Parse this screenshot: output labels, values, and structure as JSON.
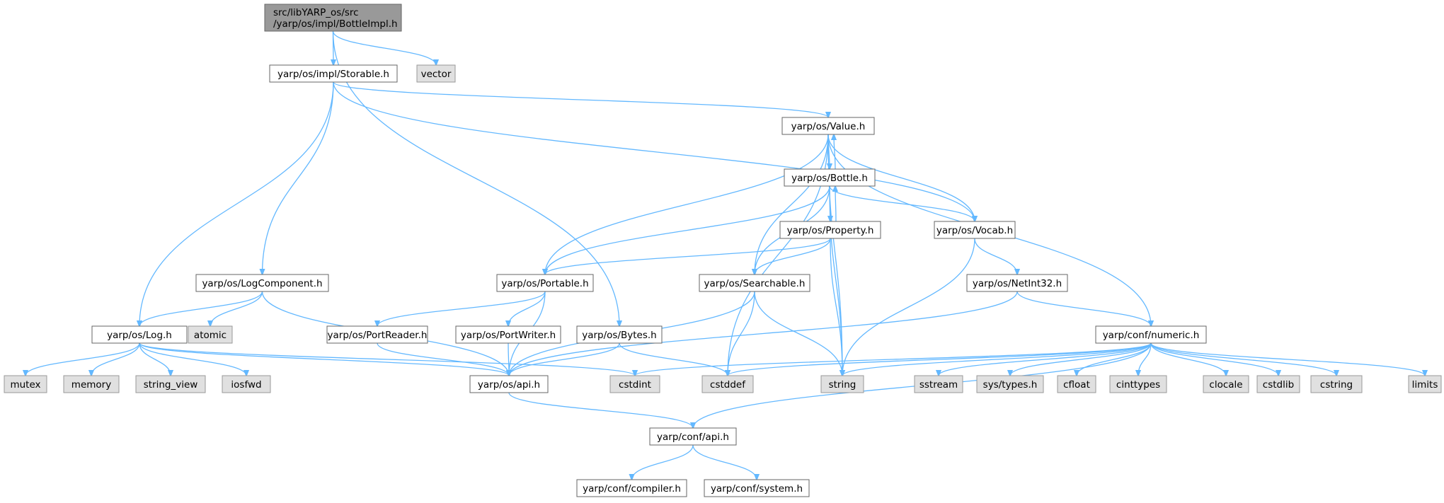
{
  "colors": {
    "edge": "#63b8ff",
    "root_fill": "#999999",
    "root_border": "#666666",
    "internal_fill": "#ffffff",
    "internal_border": "#666666",
    "external_fill": "#e0e0e0",
    "external_border": "#999999"
  },
  "nodes": [
    {
      "id": "bottleimpl",
      "kind": "root",
      "label_lines": [
        "src/libYARP_os/src",
        "/yarp/os/impl/BottleImpl.h"
      ]
    },
    {
      "id": "storable",
      "kind": "internal",
      "label_lines": [
        "yarp/os/impl/Storable.h"
      ]
    },
    {
      "id": "vector",
      "kind": "external",
      "label_lines": [
        "vector"
      ]
    },
    {
      "id": "value",
      "kind": "internal",
      "label_lines": [
        "yarp/os/Value.h"
      ]
    },
    {
      "id": "bottle",
      "kind": "internal",
      "label_lines": [
        "yarp/os/Bottle.h"
      ]
    },
    {
      "id": "property",
      "kind": "internal",
      "label_lines": [
        "yarp/os/Property.h"
      ]
    },
    {
      "id": "vocab",
      "kind": "internal",
      "label_lines": [
        "yarp/os/Vocab.h"
      ]
    },
    {
      "id": "portable",
      "kind": "internal",
      "label_lines": [
        "yarp/os/Portable.h"
      ]
    },
    {
      "id": "searchable",
      "kind": "internal",
      "label_lines": [
        "yarp/os/Searchable.h"
      ]
    },
    {
      "id": "netint32",
      "kind": "internal",
      "label_lines": [
        "yarp/os/NetInt32.h"
      ]
    },
    {
      "id": "logcomponent",
      "kind": "internal",
      "label_lines": [
        "yarp/os/LogComponent.h"
      ]
    },
    {
      "id": "atomic",
      "kind": "external",
      "label_lines": [
        "atomic"
      ]
    },
    {
      "id": "log",
      "kind": "internal",
      "label_lines": [
        "yarp/os/Log.h"
      ]
    },
    {
      "id": "portreader",
      "kind": "internal",
      "label_lines": [
        "yarp/os/PortReader.h"
      ]
    },
    {
      "id": "portwriter",
      "kind": "internal",
      "label_lines": [
        "yarp/os/PortWriter.h"
      ]
    },
    {
      "id": "bytes",
      "kind": "internal",
      "label_lines": [
        "yarp/os/Bytes.h"
      ]
    },
    {
      "id": "numeric",
      "kind": "internal",
      "label_lines": [
        "yarp/conf/numeric.h"
      ]
    },
    {
      "id": "mutex",
      "kind": "external",
      "label_lines": [
        "mutex"
      ]
    },
    {
      "id": "memory",
      "kind": "external",
      "label_lines": [
        "memory"
      ]
    },
    {
      "id": "string_view",
      "kind": "external",
      "label_lines": [
        "string_view"
      ]
    },
    {
      "id": "iosfwd",
      "kind": "external",
      "label_lines": [
        "iosfwd"
      ]
    },
    {
      "id": "osapi",
      "kind": "internal",
      "label_lines": [
        "yarp/os/api.h"
      ]
    },
    {
      "id": "cstdint",
      "kind": "external",
      "label_lines": [
        "cstdint"
      ]
    },
    {
      "id": "cstddef",
      "kind": "external",
      "label_lines": [
        "cstddef"
      ]
    },
    {
      "id": "string",
      "kind": "external",
      "label_lines": [
        "string"
      ]
    },
    {
      "id": "sstream",
      "kind": "external",
      "label_lines": [
        "sstream"
      ]
    },
    {
      "id": "systypes",
      "kind": "external",
      "label_lines": [
        "sys/types.h"
      ]
    },
    {
      "id": "cfloat",
      "kind": "external",
      "label_lines": [
        "cfloat"
      ]
    },
    {
      "id": "cinttypes",
      "kind": "external",
      "label_lines": [
        "cinttypes"
      ]
    },
    {
      "id": "clocale",
      "kind": "external",
      "label_lines": [
        "clocale"
      ]
    },
    {
      "id": "cstdlib",
      "kind": "external",
      "label_lines": [
        "cstdlib"
      ]
    },
    {
      "id": "cstring",
      "kind": "external",
      "label_lines": [
        "cstring"
      ]
    },
    {
      "id": "limits",
      "kind": "external",
      "label_lines": [
        "limits"
      ]
    },
    {
      "id": "confapi",
      "kind": "internal",
      "label_lines": [
        "yarp/conf/api.h"
      ]
    },
    {
      "id": "compiler",
      "kind": "internal",
      "label_lines": [
        "yarp/conf/compiler.h"
      ]
    },
    {
      "id": "system",
      "kind": "internal",
      "label_lines": [
        "yarp/conf/system.h"
      ]
    }
  ],
  "edges": [
    [
      "bottleimpl",
      "storable"
    ],
    [
      "bottleimpl",
      "vector"
    ],
    [
      "bottleimpl",
      "bytes"
    ],
    [
      "storable",
      "value"
    ],
    [
      "storable",
      "vocab"
    ],
    [
      "storable",
      "logcomponent"
    ],
    [
      "storable",
      "log"
    ],
    [
      "value",
      "bottle"
    ],
    [
      "value",
      "portable"
    ],
    [
      "value",
      "searchable"
    ],
    [
      "value",
      "vocab"
    ],
    [
      "value",
      "numeric"
    ],
    [
      "value",
      "cstddef"
    ],
    [
      "value",
      "string"
    ],
    [
      "bottle",
      "value"
    ],
    [
      "bottle",
      "property"
    ],
    [
      "bottle",
      "portable"
    ],
    [
      "bottle",
      "searchable"
    ],
    [
      "bottle",
      "vocab"
    ],
    [
      "bottle",
      "string"
    ],
    [
      "property",
      "bottle"
    ],
    [
      "property",
      "portable"
    ],
    [
      "property",
      "searchable"
    ],
    [
      "property",
      "string"
    ],
    [
      "vocab",
      "netint32"
    ],
    [
      "vocab",
      "string"
    ],
    [
      "netint32",
      "numeric"
    ],
    [
      "netint32",
      "osapi"
    ],
    [
      "portable",
      "portreader"
    ],
    [
      "portable",
      "portwriter"
    ],
    [
      "portable",
      "osapi"
    ],
    [
      "searchable",
      "osapi"
    ],
    [
      "searchable",
      "cstddef"
    ],
    [
      "searchable",
      "string"
    ],
    [
      "logcomponent",
      "log"
    ],
    [
      "logcomponent",
      "atomic"
    ],
    [
      "logcomponent",
      "osapi"
    ],
    [
      "log",
      "mutex"
    ],
    [
      "log",
      "memory"
    ],
    [
      "log",
      "string_view"
    ],
    [
      "log",
      "iosfwd"
    ],
    [
      "log",
      "osapi"
    ],
    [
      "log",
      "cstdint"
    ],
    [
      "portreader",
      "osapi"
    ],
    [
      "portwriter",
      "osapi"
    ],
    [
      "bytes",
      "osapi"
    ],
    [
      "bytes",
      "cstddef"
    ],
    [
      "osapi",
      "confapi"
    ],
    [
      "numeric",
      "confapi"
    ],
    [
      "numeric",
      "cstdint"
    ],
    [
      "numeric",
      "cstddef"
    ],
    [
      "numeric",
      "string"
    ],
    [
      "numeric",
      "sstream"
    ],
    [
      "numeric",
      "systypes"
    ],
    [
      "numeric",
      "cfloat"
    ],
    [
      "numeric",
      "cinttypes"
    ],
    [
      "numeric",
      "clocale"
    ],
    [
      "numeric",
      "cstdlib"
    ],
    [
      "numeric",
      "cstring"
    ],
    [
      "numeric",
      "limits"
    ],
    [
      "confapi",
      "compiler"
    ],
    [
      "confapi",
      "system"
    ]
  ]
}
